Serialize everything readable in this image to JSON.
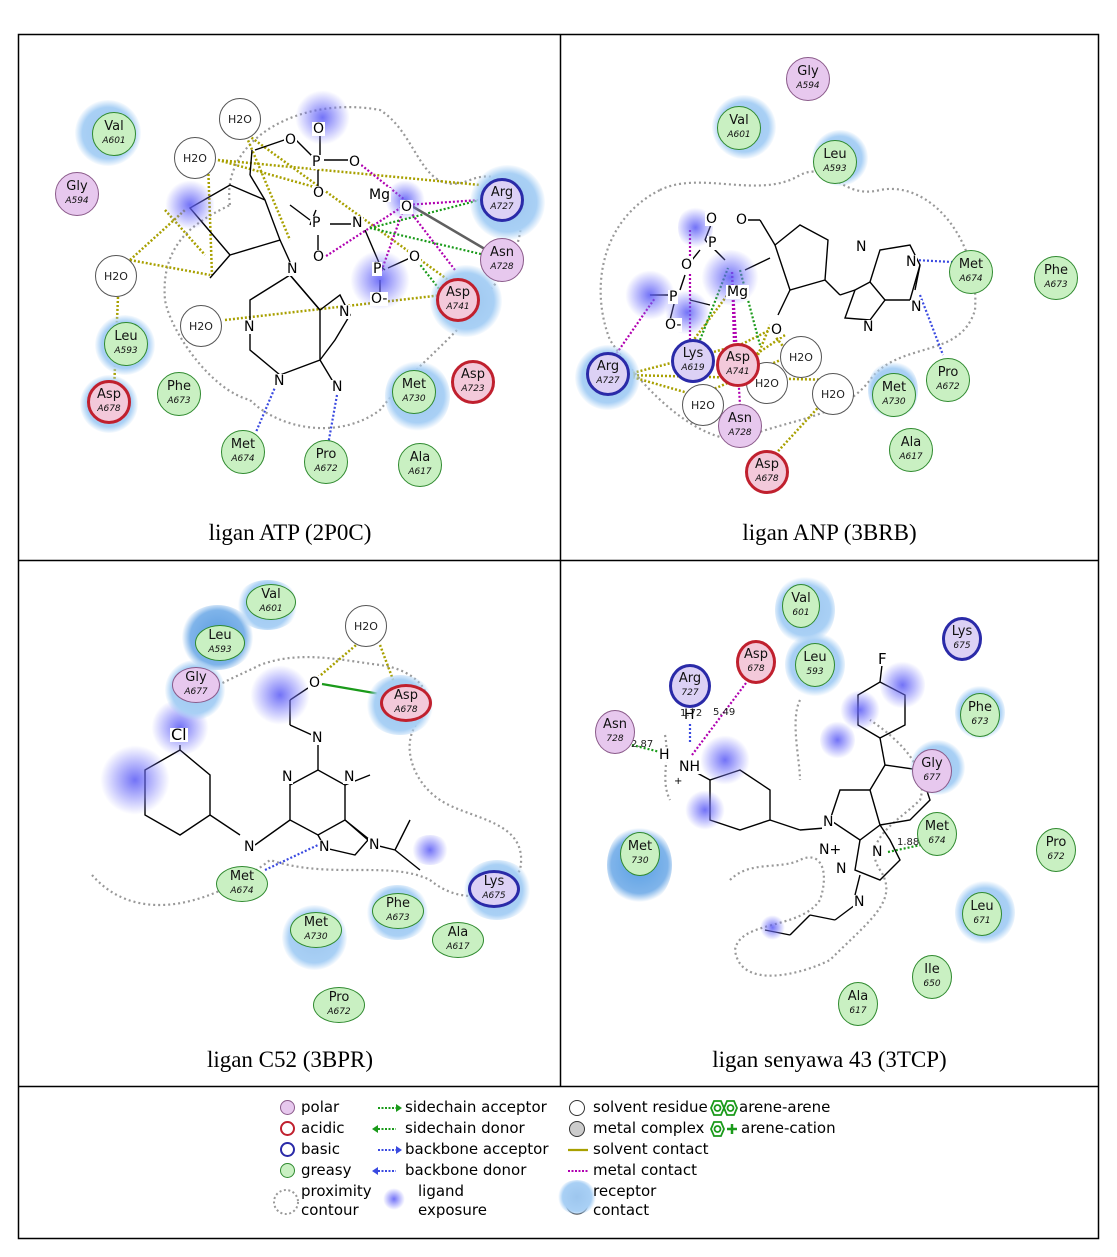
{
  "panels": [
    {
      "caption": "ligan ATP (2P0C)",
      "residues": [
        {
          "name": "Val",
          "id": "A601",
          "type": "greasy"
        },
        {
          "name": "Gly",
          "id": "A594",
          "type": "polar"
        },
        {
          "name": "Leu",
          "id": "A593",
          "type": "greasy"
        },
        {
          "name": "Asp",
          "id": "A678",
          "type": "acidic"
        },
        {
          "name": "Phe",
          "id": "A673",
          "type": "greasy"
        },
        {
          "name": "Met",
          "id": "A674",
          "type": "greasy"
        },
        {
          "name": "Pro",
          "id": "A672",
          "type": "greasy"
        },
        {
          "name": "Met",
          "id": "A730",
          "type": "greasy"
        },
        {
          "name": "Asp",
          "id": "A723",
          "type": "acidic"
        },
        {
          "name": "Ala",
          "id": "A617",
          "type": "greasy"
        },
        {
          "name": "Arg",
          "id": "A727",
          "type": "basic"
        },
        {
          "name": "Asn",
          "id": "A728",
          "type": "polar"
        },
        {
          "name": "Asp",
          "id": "A741",
          "type": "acidic"
        }
      ],
      "waters": [
        "H2O",
        "H2O",
        "H2O",
        "H2O"
      ],
      "atoms": [
        "O",
        "P",
        "O",
        "O",
        "O",
        "P",
        "N",
        "Mg",
        "O",
        "P",
        "O-",
        "O",
        "O",
        "N",
        "N",
        "N",
        "N",
        "N"
      ]
    },
    {
      "caption": "ligan ANP (3BRB)",
      "residues": [
        {
          "name": "Gly",
          "id": "A594",
          "type": "polar"
        },
        {
          "name": "Val",
          "id": "A601",
          "type": "greasy"
        },
        {
          "name": "Leu",
          "id": "A593",
          "type": "greasy"
        },
        {
          "name": "Met",
          "id": "A674",
          "type": "greasy"
        },
        {
          "name": "Phe",
          "id": "A673",
          "type": "greasy"
        },
        {
          "name": "Pro",
          "id": "A672",
          "type": "greasy"
        },
        {
          "name": "Met",
          "id": "A730",
          "type": "greasy"
        },
        {
          "name": "Ala",
          "id": "A617",
          "type": "greasy"
        },
        {
          "name": "Arg",
          "id": "A727",
          "type": "basic"
        },
        {
          "name": "Lys",
          "id": "A619",
          "type": "basic"
        },
        {
          "name": "Asp",
          "id": "A741",
          "type": "acidic"
        },
        {
          "name": "Asn",
          "id": "A728",
          "type": "polar"
        },
        {
          "name": "Asp",
          "id": "A678",
          "type": "acidic"
        }
      ],
      "waters": [
        "H2O",
        "H2O",
        "H2O",
        "H2O"
      ],
      "atoms": [
        "O",
        "P",
        "O",
        "O",
        "P",
        "O-",
        "Mg",
        "O",
        "N",
        "N",
        "N",
        "N"
      ]
    },
    {
      "caption": "ligan C52 (3BPR)",
      "residues": [
        {
          "name": "Val",
          "id": "A601",
          "type": "greasy"
        },
        {
          "name": "Leu",
          "id": "A593",
          "type": "greasy"
        },
        {
          "name": "Gly",
          "id": "A677",
          "type": "polar"
        },
        {
          "name": "Asp",
          "id": "A678",
          "type": "acidic"
        },
        {
          "name": "Met",
          "id": "A674",
          "type": "greasy"
        },
        {
          "name": "Met",
          "id": "A730",
          "type": "greasy"
        },
        {
          "name": "Phe",
          "id": "A673",
          "type": "greasy"
        },
        {
          "name": "Lys",
          "id": "A675",
          "type": "basic"
        },
        {
          "name": "Ala",
          "id": "A617",
          "type": "greasy"
        },
        {
          "name": "Pro",
          "id": "A672",
          "type": "greasy"
        }
      ],
      "waters": [
        "H2O"
      ],
      "atoms": [
        "O",
        "N",
        "N",
        "N",
        "N",
        "N",
        "N",
        "Cl"
      ]
    },
    {
      "caption": "ligan senyawa 43 (3TCP)",
      "residues": [
        {
          "name": "Val",
          "id": "601",
          "type": "greasy"
        },
        {
          "name": "Lys",
          "id": "675",
          "type": "basic"
        },
        {
          "name": "Asp",
          "id": "678",
          "type": "acidic"
        },
        {
          "name": "Arg",
          "id": "727",
          "type": "basic"
        },
        {
          "name": "Leu",
          "id": "593",
          "type": "greasy"
        },
        {
          "name": "Asn",
          "id": "728",
          "type": "polar"
        },
        {
          "name": "Phe",
          "id": "673",
          "type": "greasy"
        },
        {
          "name": "Gly",
          "id": "677",
          "type": "polar"
        },
        {
          "name": "Met",
          "id": "674",
          "type": "greasy"
        },
        {
          "name": "Met",
          "id": "730",
          "type": "greasy"
        },
        {
          "name": "Pro",
          "id": "672",
          "type": "greasy"
        },
        {
          "name": "Leu",
          "id": "671",
          "type": "greasy"
        },
        {
          "name": "Ile",
          "id": "650",
          "type": "greasy"
        },
        {
          "name": "Ala",
          "id": "617",
          "type": "greasy"
        }
      ],
      "distances": [
        "1.72",
        "5.49",
        "2.87",
        "1.88"
      ],
      "atoms": [
        "F",
        "N",
        "N+",
        "N",
        "N",
        "N",
        "H",
        "H",
        "NH",
        "+"
      ]
    }
  ],
  "legend": {
    "col1": [
      "polar",
      "acidic",
      "basic",
      "greasy",
      "proximity",
      "contour"
    ],
    "col2": [
      "sidechain acceptor",
      "sidechain donor",
      "backbone acceptor",
      "backbone donor",
      "ligand",
      "exposure"
    ],
    "col3": [
      "solvent residue",
      "metal complex",
      "solvent contact",
      "metal contact",
      "receptor",
      "contact"
    ],
    "col4": [
      "arene-arene",
      "arene-cation"
    ]
  },
  "colors": {
    "greasy": "#c9f0c2",
    "polar": "#e7c8ee",
    "acidic": "#c0202e",
    "basic": "#2a2aa8",
    "solvent": "#a8a000",
    "metal": "#b000b0",
    "sidechain": "#1a9a1a",
    "backbone": "#3a4ae0"
  }
}
